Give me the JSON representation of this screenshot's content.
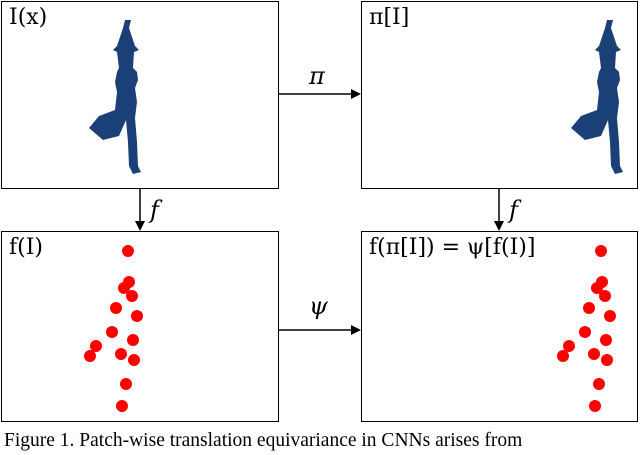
{
  "panels": {
    "top_left": {
      "label": "I(x)"
    },
    "top_right": {
      "label": "π[I]"
    },
    "bottom_left": {
      "label": "f(I)"
    },
    "bottom_right": {
      "label": "f(π[I]) = ψ[f(I)]"
    }
  },
  "arrows": {
    "top": {
      "label": "π"
    },
    "left": {
      "label": "f"
    },
    "right": {
      "label": "f"
    },
    "bottom": {
      "label": "ψ"
    }
  },
  "colors": {
    "figure_fill": "#1b3f77",
    "keypoint": "#ff0000"
  },
  "caption": "Figure 1. Patch-wise translation equivariance in CNNs arises from"
}
